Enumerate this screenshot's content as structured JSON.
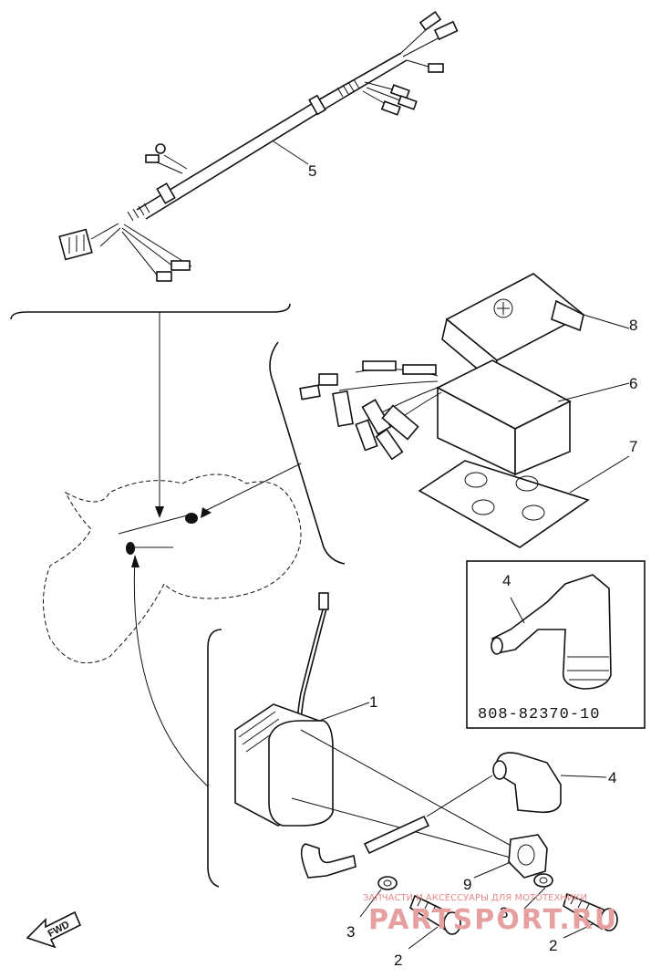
{
  "callouts": {
    "c1": "1",
    "c2a": "2",
    "c2b": "2",
    "c3a": "3",
    "c3b": "3",
    "c4a": "4",
    "c4b": "4",
    "c5": "5",
    "c6": "6",
    "c7": "7",
    "c8": "8",
    "c9": "9"
  },
  "inset_part_number": "808-82370-10",
  "fwd_label": "FWD",
  "watermark": {
    "small": "ЗАПЧАСТИ И АКСЕССУАРЫ ДЛЯ МОТОТЕХНИКИ",
    "big": "PARTSPORT.RU"
  }
}
